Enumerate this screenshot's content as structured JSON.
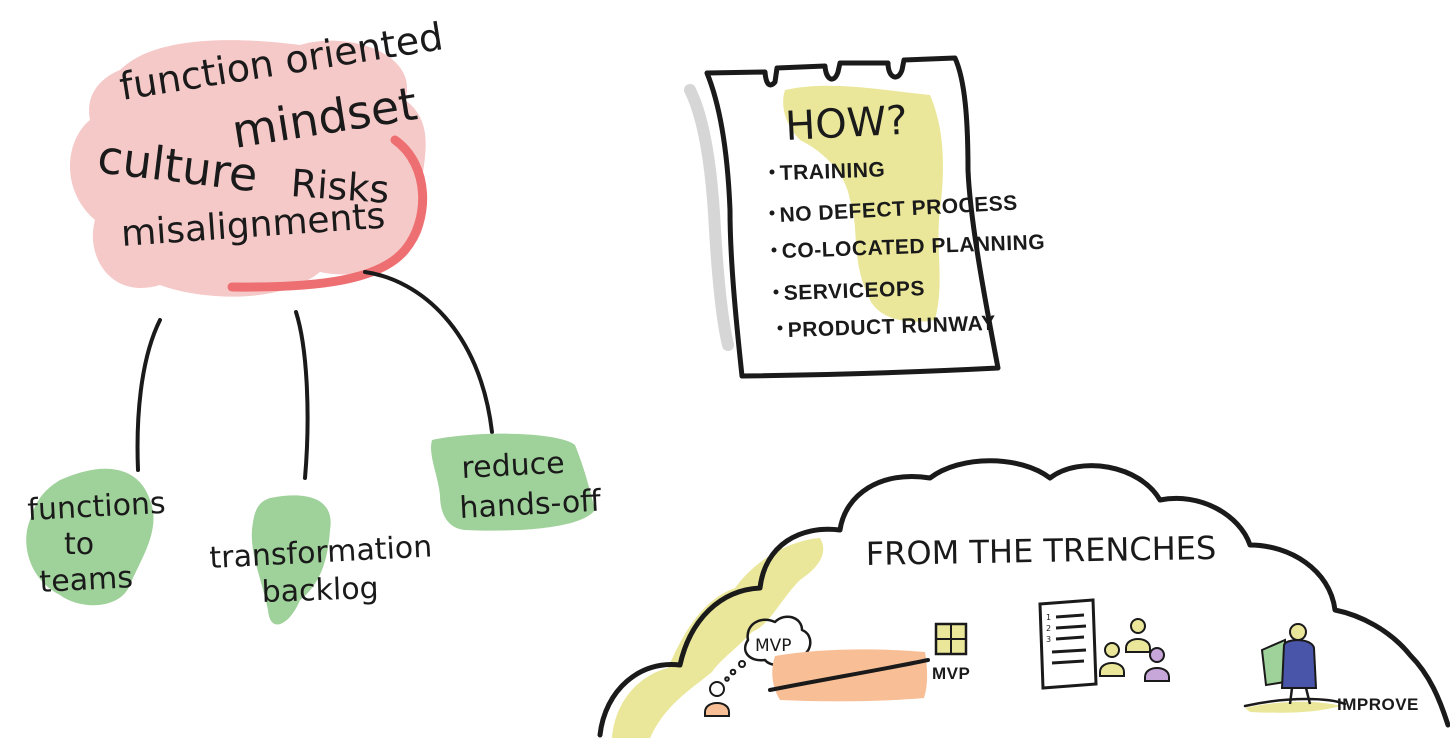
{
  "mindmap": {
    "root": {
      "lines": [
        "function oriented",
        "culture",
        "mindset",
        "Risks",
        "misalignments"
      ]
    },
    "branches": [
      {
        "lines": [
          "functions",
          "to",
          "teams"
        ]
      },
      {
        "lines": [
          "transformation",
          "backlog"
        ]
      },
      {
        "lines": [
          "reduce",
          "hands-off"
        ]
      }
    ]
  },
  "how_note": {
    "title": "HOW?",
    "items": [
      "TRAINING",
      "NO DEFECT PROCESS",
      "CO-LOCATED PLANNING",
      "SERVICEOPS",
      "PRODUCT RUNWAY"
    ]
  },
  "trenches": {
    "title": "FROM THE TRENCHES",
    "thought_label": "MVP",
    "box_label": "MVP",
    "doc_numbers": [
      "1",
      "2",
      "3"
    ],
    "improve_label": "IMPROVE"
  },
  "colors": {
    "pink_blob": "#f6c9c9",
    "pink_accent": "#ee6f72",
    "green_highlight": "#9fd19a",
    "yellow_highlight": "#ebe79a",
    "orange_highlight": "#f8bf96",
    "ink": "#1a1a1a",
    "shadow_gray": "#d6d6d6",
    "person_blue": "#4955a8"
  }
}
